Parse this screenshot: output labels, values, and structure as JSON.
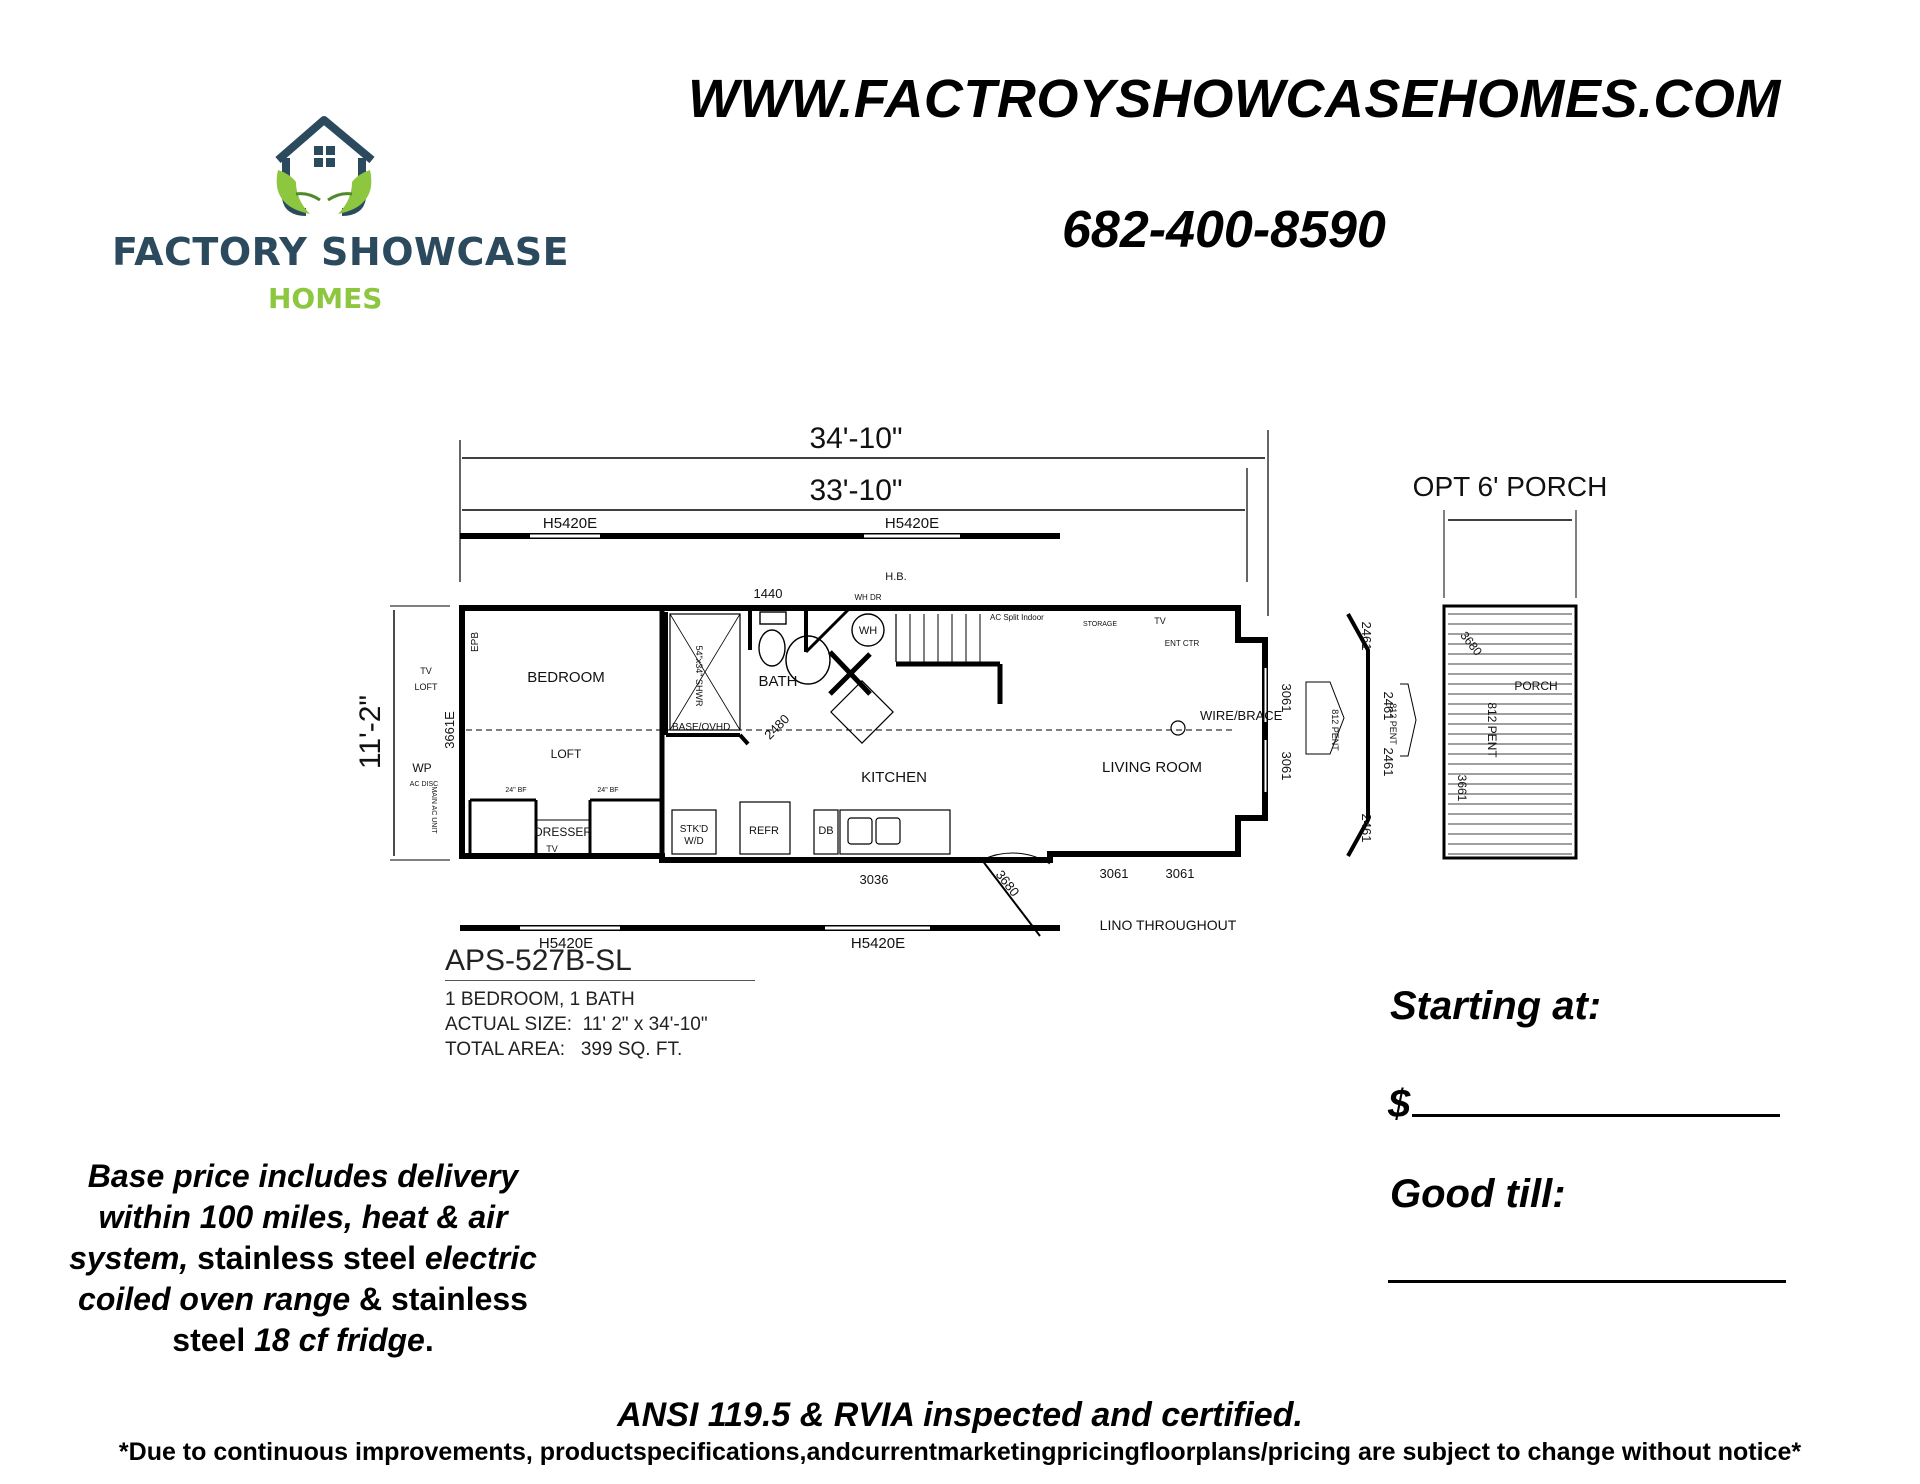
{
  "header": {
    "website": "WWW.FACTROYSHOWCASEHOMES.COM",
    "phone": "682-400-8590"
  },
  "logo": {
    "name": "FACTORY SHOWCASE",
    "sub": "HOMES",
    "colors": {
      "house": "#2c4a5e",
      "leaf": "#8dc63f"
    }
  },
  "floorplan": {
    "dims": {
      "overall_length": "34'-10\"",
      "box_length": "33'-10\"",
      "width": "11'-2\"",
      "porch": "OPT 6' PORCH"
    },
    "labels": {
      "h5420e": "H5420E",
      "bedroom": "BEDROOM",
      "bath": "BATH",
      "loft": "LOFT",
      "kitchen": "KITCHEN",
      "living_room": "LIVING ROOM",
      "wire_brace": "WIRE/BRACE",
      "dresser": "DRESSER",
      "refr": "REFR",
      "db": "DB",
      "stkd_wd_1": "STK'D",
      "stkd_wd_2": "W/D",
      "base_ovhd": "BASE/OVHD",
      "porch": "PORCH",
      "wh": "WH",
      "hb": "H.B.",
      "wh_dr": "WH DR",
      "ac_split_indoor": "AC Split Indoor",
      "ent_ctr": "ENT CTR",
      "storage": "STORAGE",
      "tv": "TV",
      "epb": "EPB",
      "wp": "WP",
      "ac_disc": "AC DISC",
      "main_ac_unit": "MAIN AC UNIT",
      "bf24": "24\" BF",
      "lino": "LINO THROUGHOUT",
      "pent812": "812 PENT",
      "shwr": "54\"x34\" SHWR",
      "w3661e": "3661E",
      "w1440": "1440",
      "w2480": "2480",
      "w3061": "3061",
      "w2461": "2461",
      "w3036": "3036",
      "w3680": "3680",
      "w3661": "3661"
    }
  },
  "model": {
    "name": "APS-527B-SL",
    "line1": "1 BEDROOM, 1 BATH",
    "line2": "ACTUAL SIZE:  11' 2\" x 34'-10\"",
    "line3": "TOTAL AREA:   399 SQ. FT."
  },
  "pricing": {
    "starting_label": "Starting at:",
    "currency": "$",
    "good_till_label": "Good till:"
  },
  "base_price": {
    "p1": "Base price includes delivery within 100 miles, heat & air system,",
    "p2": " stainless steel ",
    "p3": "electric coiled oven range",
    "p4": " & stainless steel ",
    "p5": "18 cf fridge",
    "p6": "."
  },
  "footer": {
    "certified": "ANSI 119.5 & RVIA inspected and certified.",
    "disclaimer": "*Due to continuous improvements, productspecifications,andcurrentmarketingpricingfloorplans/pricing are subject to change without notice*"
  }
}
